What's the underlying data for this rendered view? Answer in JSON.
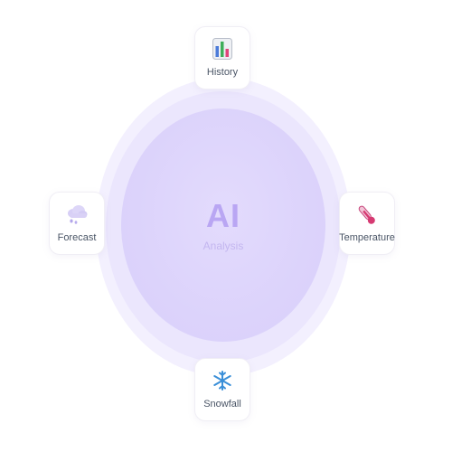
{
  "center": {
    "title": "AI",
    "subtitle": "Analysis"
  },
  "nodes": {
    "history": {
      "label": "History",
      "icon": "bar-chart-icon"
    },
    "forecast": {
      "label": "Forecast",
      "icon": "cloud-rain-icon"
    },
    "temperature": {
      "label": "Temperature",
      "icon": "thermometer-icon"
    },
    "snowfall": {
      "label": "Snowfall",
      "icon": "snowflake-icon"
    }
  },
  "colors": {
    "core": "#dcd3fb",
    "ring_outer": "#f3f0fe",
    "ring_mid": "#ebe6fd",
    "accent_text": "#b9a6f3",
    "label_text": "#4a5566"
  }
}
